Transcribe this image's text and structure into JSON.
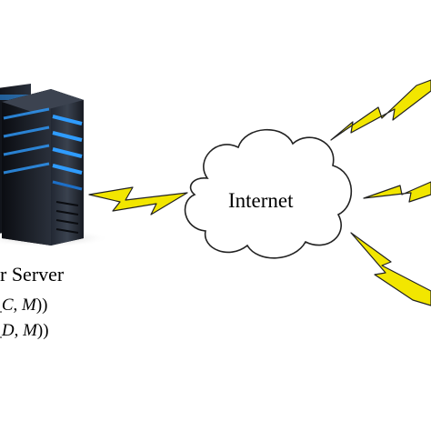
{
  "colors": {
    "background": "#ffffff",
    "lightning_fill": "#f2e600",
    "lightning_stroke": "#222222",
    "cloud_stroke": "#222222",
    "server_body": "#1b1f27",
    "server_dark": "#0b0d12",
    "server_led": "#2f9cff"
  },
  "icons": {
    "server": "server-rack-icon",
    "cloud": "cloud-icon",
    "lightning": "lightning-bolt-icon"
  },
  "labels": {
    "internet": "Internet",
    "server": "r Server",
    "formula_1": {
      "prefix": "(",
      "sep_a": "_",
      "var_1": "C",
      "comma": ", ",
      "var_2": "M",
      "suffix": "))"
    },
    "formula_2": {
      "prefix": "(",
      "sep_a": "_",
      "var_1": "D",
      "comma": ", ",
      "var_2": "M",
      "suffix": "))"
    }
  }
}
